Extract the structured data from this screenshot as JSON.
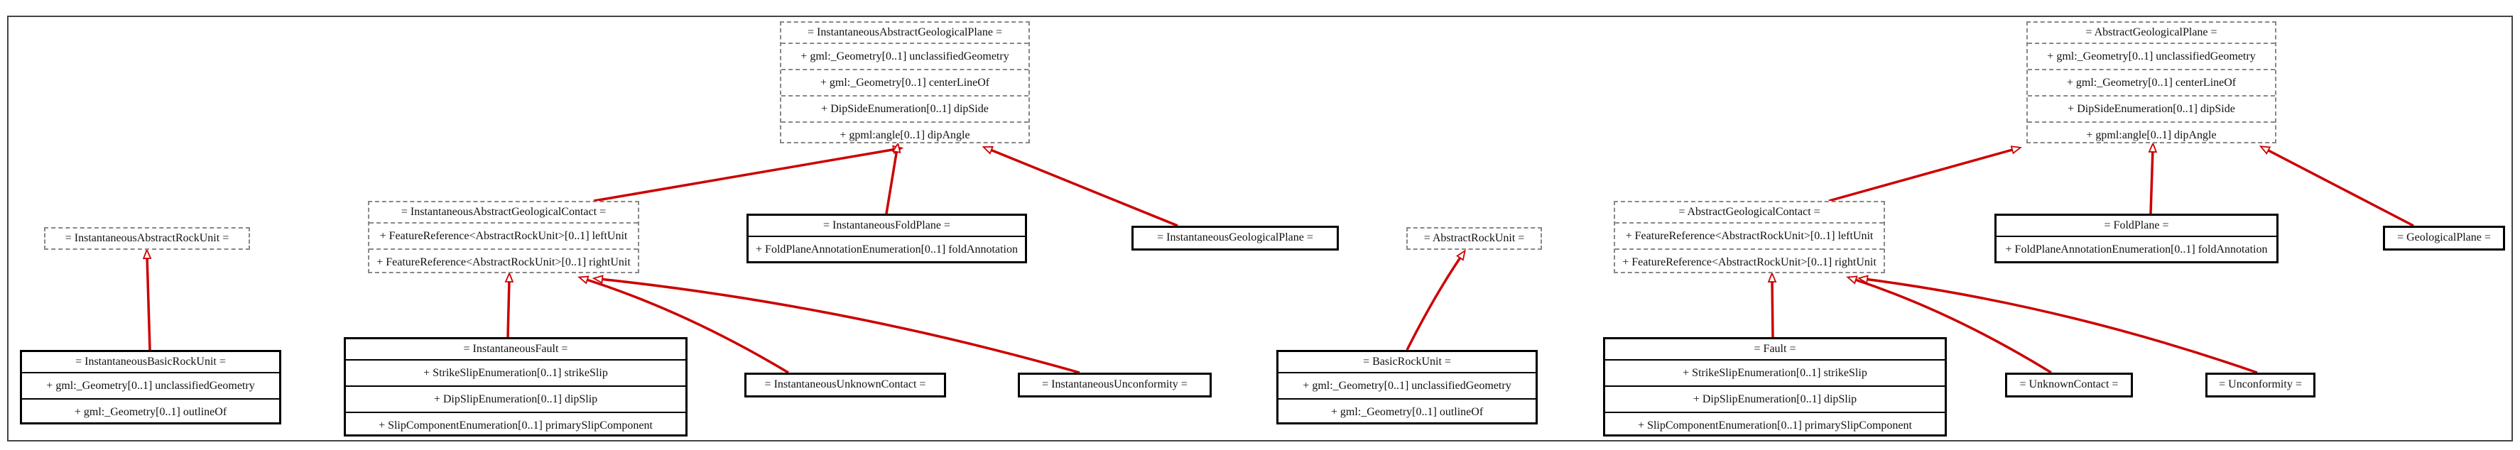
{
  "classes": {
    "iagp": {
      "name": "= InstantaneousAbstractGeologicalPlane =",
      "attrs": [
        "+ gml:_Geometry[0..1] unclassifiedGeometry",
        "+ gml:_Geometry[0..1] centerLineOf",
        "+ DipSideEnumeration[0..1] dipSide",
        "+ gpml:angle[0..1] dipAngle"
      ]
    },
    "iaru": {
      "name": "= InstantaneousAbstractRockUnit =",
      "attrs": []
    },
    "iagc": {
      "name": "= InstantaneousAbstractGeologicalContact =",
      "attrs": [
        "+ FeatureReference<AbstractRockUnit>[0..1] leftUnit",
        "+ FeatureReference<AbstractRockUnit>[0..1] rightUnit"
      ]
    },
    "ifp": {
      "name": "= InstantaneousFoldPlane =",
      "attrs": [
        "+ FoldPlaneAnnotationEnumeration[0..1] foldAnnotation"
      ]
    },
    "igp": {
      "name": "= InstantaneousGeologicalPlane =",
      "attrs": []
    },
    "ibru": {
      "name": "= InstantaneousBasicRockUnit =",
      "attrs": [
        "+ gml:_Geometry[0..1] unclassifiedGeometry",
        "+ gml:_Geometry[0..1] outlineOf"
      ]
    },
    "if": {
      "name": "= InstantaneousFault =",
      "attrs": [
        "+ StrikeSlipEnumeration[0..1] strikeSlip",
        "+ DipSlipEnumeration[0..1] dipSlip",
        "+ SlipComponentEnumeration[0..1] primarySlipComponent"
      ]
    },
    "iuc": {
      "name": "= InstantaneousUnknownContact =",
      "attrs": []
    },
    "iu": {
      "name": "= InstantaneousUnconformity =",
      "attrs": []
    },
    "agp": {
      "name": "= AbstractGeologicalPlane =",
      "attrs": [
        "+ gml:_Geometry[0..1] unclassifiedGeometry",
        "+ gml:_Geometry[0..1] centerLineOf",
        "+ DipSideEnumeration[0..1] dipSide",
        "+ gpml:angle[0..1] dipAngle"
      ]
    },
    "aru": {
      "name": "= AbstractRockUnit =",
      "attrs": []
    },
    "agc": {
      "name": "= AbstractGeologicalContact =",
      "attrs": [
        "+ FeatureReference<AbstractRockUnit>[0..1] leftUnit",
        "+ FeatureReference<AbstractRockUnit>[0..1] rightUnit"
      ]
    },
    "fp": {
      "name": "= FoldPlane =",
      "attrs": [
        "+ FoldPlaneAnnotationEnumeration[0..1] foldAnnotation"
      ]
    },
    "gp": {
      "name": "= GeologicalPlane =",
      "attrs": []
    },
    "bru": {
      "name": "= BasicRockUnit =",
      "attrs": [
        "+ gml:_Geometry[0..1] unclassifiedGeometry",
        "+ gml:_Geometry[0..1] outlineOf"
      ]
    },
    "f": {
      "name": "= Fault =",
      "attrs": [
        "+ StrikeSlipEnumeration[0..1] strikeSlip",
        "+ DipSlipEnumeration[0..1] dipSlip",
        "+ SlipComponentEnumeration[0..1] primarySlipComponent"
      ]
    },
    "uc": {
      "name": "= UnknownContact =",
      "attrs": []
    },
    "u": {
      "name": "= Unconformity =",
      "attrs": []
    }
  },
  "colors": {
    "edge": "#cc0000",
    "abstract_border": "#888888",
    "concrete_border": "#000000"
  }
}
